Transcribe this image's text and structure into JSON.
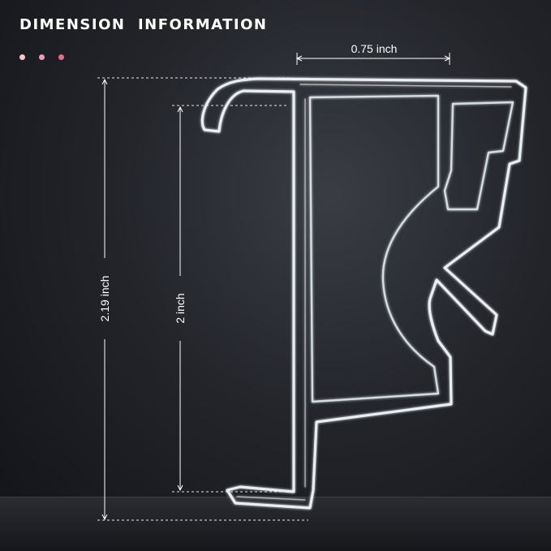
{
  "heading": "DIMENSION  INFORMATION",
  "dots": [
    {
      "color": "#f4c9c9"
    },
    {
      "color": "#f19bb0"
    },
    {
      "color": "#e66d84"
    }
  ],
  "dimensions": {
    "width_label": "0.75 inch",
    "total_height_label": "2.19 inch",
    "inner_height_label": "2 inch"
  },
  "colors": {
    "background": "#1f2126",
    "text": "#ffffff",
    "hook_edge": "#e8f0f4"
  }
}
